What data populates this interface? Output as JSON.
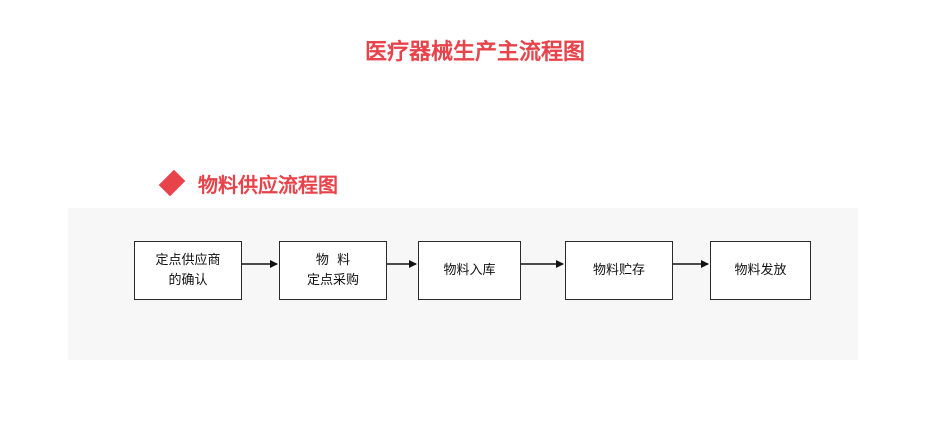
{
  "title": "医疗器械生产主流程图",
  "section": {
    "title": "物料供应流程图"
  },
  "steps": [
    {
      "lines": [
        "定点供应商",
        "的确认"
      ]
    },
    {
      "lines": [
        "物  料",
        "定点采购"
      ]
    },
    {
      "lines": [
        "物料入库"
      ]
    },
    {
      "lines": [
        "物料贮存"
      ]
    },
    {
      "lines": [
        "物料发放"
      ]
    }
  ],
  "colors": {
    "accent": "#e8434a",
    "box_border": "#2a2a2a",
    "panel_bg": "#f7f7f7"
  }
}
